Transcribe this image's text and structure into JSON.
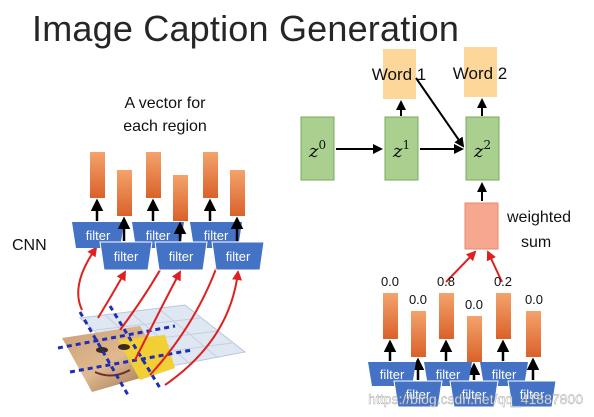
{
  "title": "Image Caption Generation",
  "labels": {
    "vector_region": [
      "A vector for",
      "each region"
    ],
    "cnn": "CNN",
    "weighted_sum": [
      "weighted",
      "sum"
    ]
  },
  "words": [
    "Word 1",
    "Word 2"
  ],
  "states": [
    {
      "base": "z",
      "sup": "0"
    },
    {
      "base": "z",
      "sup": "1"
    },
    {
      "base": "z",
      "sup": "2"
    }
  ],
  "filter_label": "filter",
  "attention_weights": [
    "0.0",
    "0.0",
    "0.8",
    "0.0",
    "0.2",
    "0.0"
  ],
  "watermark": "https://blog.csdn.net/qq_41887800",
  "colors": {
    "word_box": "#fdd79a",
    "state_box": "#a9d08e",
    "weighted_box": "#f7a78f",
    "feature_bar": "#e8783a",
    "filter": "#4472c4",
    "attention_arrow": "#e02020",
    "grid_line": "#1f2fb5"
  }
}
